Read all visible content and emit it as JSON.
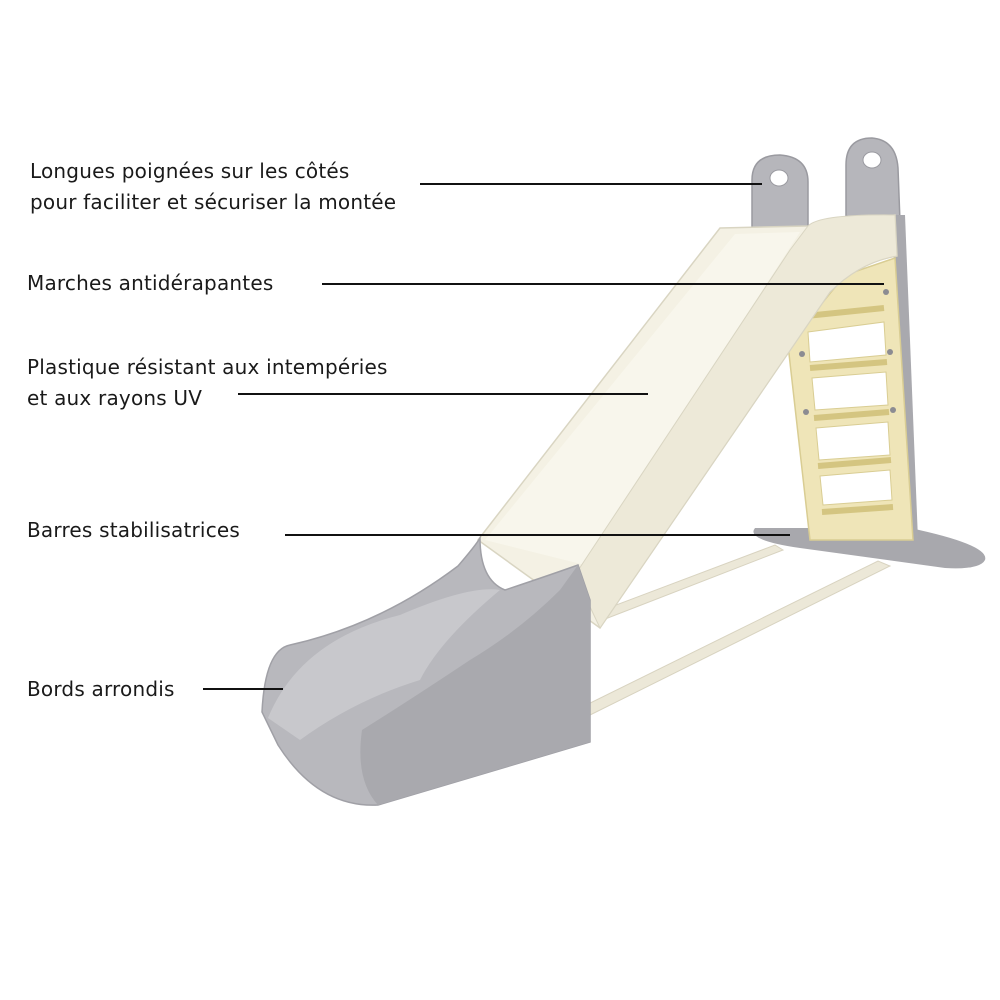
{
  "labels": {
    "handles": {
      "line1": "Longues poignées sur les côtés",
      "line2": "pour faciliter et sécuriser la montée"
    },
    "steps": {
      "line1": "Marches antidérapantes"
    },
    "plastic": {
      "line1": "Plastique résistant aux intempéries",
      "line2": "et aux rayons UV"
    },
    "bars": {
      "line1": "Barres stabilisatrices"
    },
    "edges": {
      "line1": "Bords arrondis"
    }
  },
  "colors": {
    "background": "#ffffff",
    "text": "#1a1a1a",
    "leader_line": "#111111",
    "slide_white": "#f3f0e3",
    "slide_shadow": "#dcd8c6",
    "ladder_cream": "#efe5b8",
    "grey_plastic": "#b9b9bd",
    "grey_dark": "#9d9da2"
  }
}
